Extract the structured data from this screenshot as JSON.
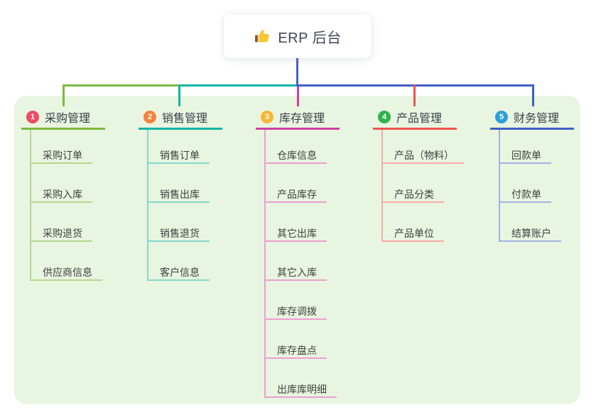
{
  "root": {
    "label": "ERP 后台",
    "icon": "thumbs-up-icon",
    "connector_color": "#4663c5"
  },
  "panel": {
    "bg": "#e8f5e0"
  },
  "branches": [
    {
      "num": "1",
      "label": "采购管理",
      "badge_color": "#ee4b65",
      "line_color": "#7cb93f",
      "light_line_color": "#b5d78e",
      "children": [
        "采购订单",
        "采购入库",
        "采购退货",
        "供应商信息"
      ]
    },
    {
      "num": "2",
      "label": "销售管理",
      "badge_color": "#f5823c",
      "line_color": "#0db5a6",
      "light_line_color": "#86d8cc",
      "children": [
        "销售订单",
        "销售出库",
        "销售退货",
        "客户信息"
      ]
    },
    {
      "num": "3",
      "label": "库存管理",
      "badge_color": "#f8b637",
      "line_color": "#cf3f9f",
      "light_line_color": "#ec9ed0",
      "children": [
        "仓库信息",
        "产品库存",
        "其它出库",
        "其它入库",
        "库存调拨",
        "库存盘点",
        "出库库明细"
      ]
    },
    {
      "num": "4",
      "label": "产品管理",
      "badge_color": "#2fb44e",
      "line_color": "#f0534f",
      "light_line_color": "#f9aba7",
      "children": [
        "产品（物料）",
        "产品分类",
        "产品单位"
      ]
    },
    {
      "num": "5",
      "label": "财务管理",
      "badge_color": "#2ba0d8",
      "line_color": "#3e60c4",
      "light_line_color": "#a2b2e4",
      "children": [
        "回款单",
        "付款单",
        "结算账户"
      ]
    }
  ]
}
